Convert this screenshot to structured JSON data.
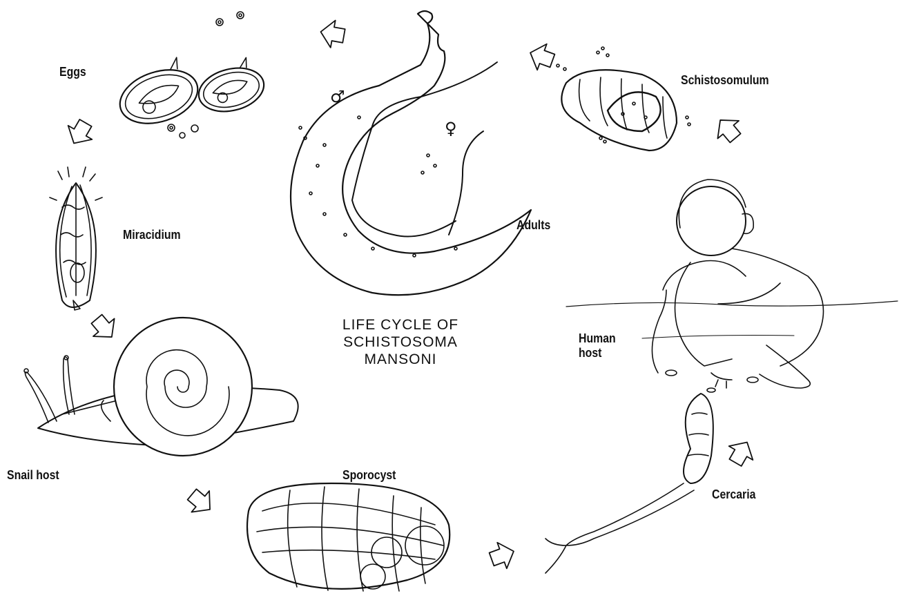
{
  "title": {
    "line1": "LIFE CYCLE OF",
    "line2": "SCHISTOSOMA",
    "line3": "MANSONI"
  },
  "stages": {
    "eggs": "Eggs",
    "miracidium": "Miracidium",
    "snail_host": "Snail host",
    "sporocyst": "Sporocyst",
    "cercaria": "Cercaria",
    "human_host_line1": "Human",
    "human_host_line2": "host",
    "schistosomulum": "Schistosomulum",
    "adults": "Adults"
  },
  "symbols": {
    "male": "♂",
    "female": "♀"
  }
}
